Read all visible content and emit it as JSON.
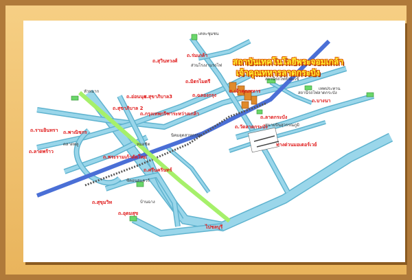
{
  "title": {
    "line1": "สถาบันเทคโนโลยีพระจอมเกล้า",
    "line2": "เจ้าคุณทหารลาดกระบัง"
  },
  "colors": {
    "road": "#8fd0e6",
    "road_edge": "#5fb3cf",
    "train": "#4a6fd6",
    "bts": "#a6f06a",
    "railway": "#666666",
    "building": "#6ad76a",
    "campus": "#e08a2a",
    "label": "#e01a1a",
    "frame": "#b07a3a",
    "mat": "#f2c57a"
  },
  "road_labels": [
    "ถ.ร่มเกล้า",
    "ถ.สุวินทวงศ์",
    "ถ.มิตรไมตรี",
    "ถ.เจ้าคุณทหาร",
    "ถ.ฉลองกรุง",
    "ถ.อ่อนนุช",
    "ถ.สุขาภิบาล3",
    "ถ.กรุงเทพกรีฑาระหว่างเกล้า",
    "ถ.สุขาภิบาล 2",
    "ถ.รามอินทรา",
    "ถ.พาณิชกร",
    "ถ.ลาดพร้าว",
    "ถ.พระรามเก้าตัดใหม่",
    "ถ.ศรีนครินทร์",
    "ถ.สุขุมวิท",
    "ถ.อุดมสุข",
    "ถ.บางนา",
    "ถ.ลาดกระบัง",
    "ถ.วัดลาดกระบัง",
    "ทางด่วนมอเตอร์เวย์",
    "ไปชลบุรี"
  ],
  "place_labels": [
    "ส่วนโรงงานรถไฟ",
    "หัวหมาก",
    "สถานีรถไฟหัวตะเข้",
    "สถานีรถไฟลาดกระบัง",
    "หมอชิต",
    "สนามบินสุวรรณภูมิ",
    "นิคมอุตสาหกรรม",
    "เคหะชุมชน",
    "ตลาดพลู",
    "ซีคอนสแควร์",
    "บ้านฉาง",
    "เทพประทาน"
  ]
}
